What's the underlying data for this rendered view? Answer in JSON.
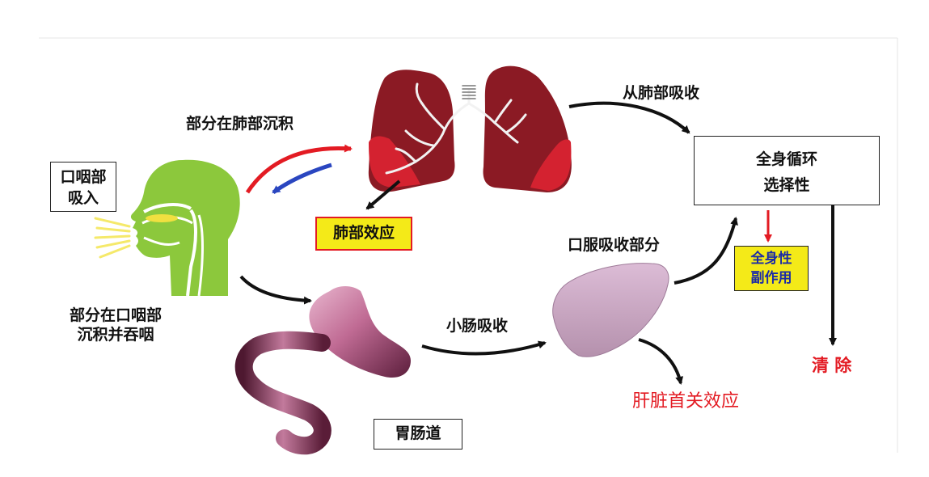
{
  "labels": {
    "inhale_box": [
      "口咽部",
      "吸入"
    ],
    "deposit_lung": "部分在肺部沉积",
    "lung_effect": "肺部效应",
    "absorb_lung": "从肺部吸收",
    "circulation_box": [
      "全身循环",
      "选择性"
    ],
    "side_effect": [
      "全身性",
      "副作用"
    ],
    "oral_absorb": "口服吸收部分",
    "deposit_throat": [
      "部分在口咽部",
      "沉积并吞咽"
    ],
    "intestine_absorb": "小肠吸收",
    "gi_tract": "胃肠道",
    "first_pass": "肝脏首关效应",
    "clearance": "清 除"
  },
  "colors": {
    "head_green": "#8cc83c",
    "lung_dark": "#8b1a24",
    "lung_bright": "#d42230",
    "bronchi": "#f2f2f2",
    "stomach": "#8a3a5a",
    "liver": "#c9a6c2",
    "highlight_yellow": "#f4ea18",
    "red_text": "#e31b23",
    "red_arrow": "#e31b23",
    "blue_arrow": "#2a46c0",
    "black_arrow": "#111111",
    "spray_yellow": "#f5e96a"
  }
}
